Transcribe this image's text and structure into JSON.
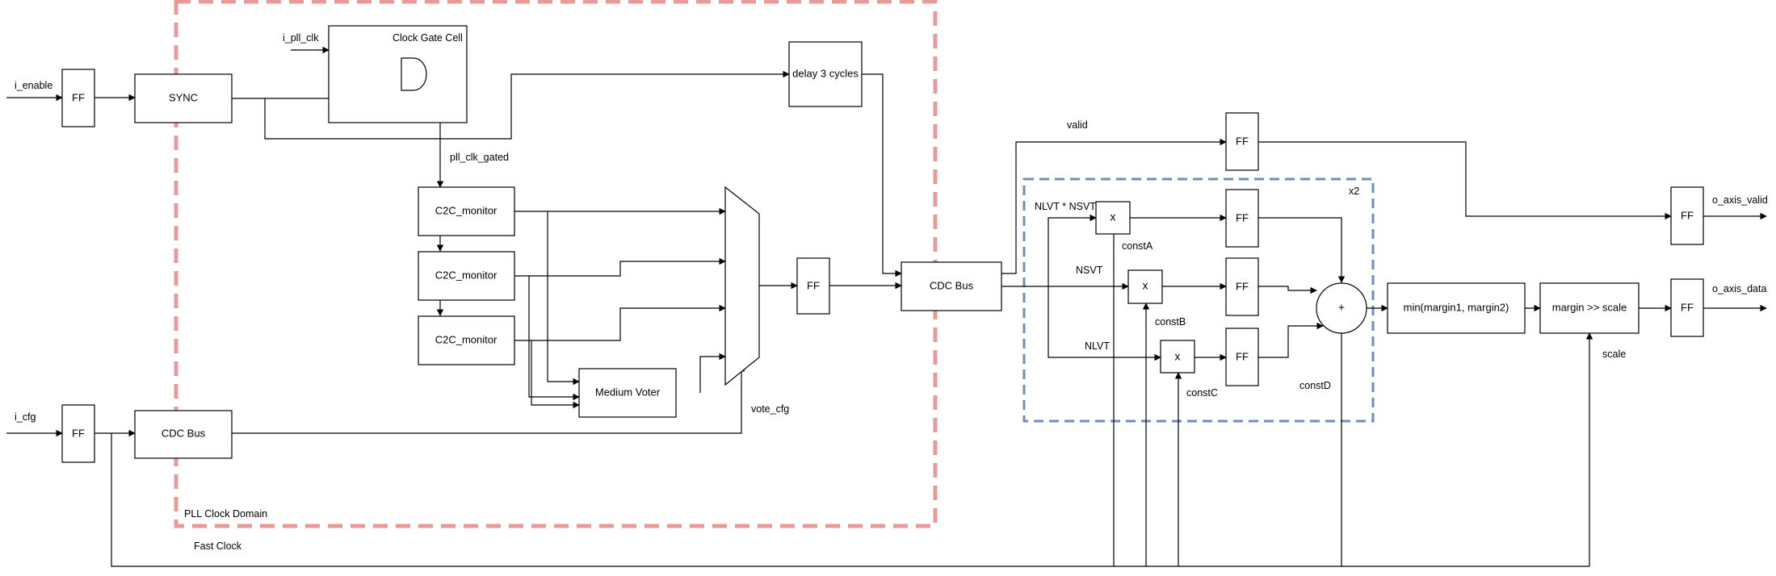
{
  "domains": {
    "pll_clock_domain": "PLL Clock Domain",
    "fast_clock": "Fast Clock",
    "clock_gate_cell": "Clock Gate Cell",
    "repeat": "x2"
  },
  "signals": {
    "i_enable": "i_enable",
    "i_pll_clk": "i_pll_clk",
    "i_cfg": "i_cfg",
    "pll_clk_gated": "pll_clk_gated",
    "vote_cfg": "vote_cfg",
    "valid": "valid",
    "nlvt_nsvt": "NLVT * NSVT",
    "nsvt": "NSVT",
    "nlvt": "NLVT",
    "constA": "constA",
    "constB": "constB",
    "constC": "constC",
    "constD": "constD",
    "scale": "scale",
    "o_axis_valid": "o_axis_valid",
    "o_axis_data": "o_axis_data"
  },
  "blocks": {
    "ff": "FF",
    "sync": "SYNC",
    "cdc_bus": "CDC Bus",
    "delay": "delay 3 cycles",
    "c2c_monitor": "C2C_monitor",
    "medium_voter": "Medium Voter",
    "mult": "x",
    "adder": "+",
    "min": "min(margin1, margin2)",
    "shift": "margin >> scale"
  },
  "colors": {
    "pll_domain_border": "#ea9999",
    "repeat_border": "#6c8ebf",
    "line": "#000000",
    "box_fill": "#ffffff"
  }
}
